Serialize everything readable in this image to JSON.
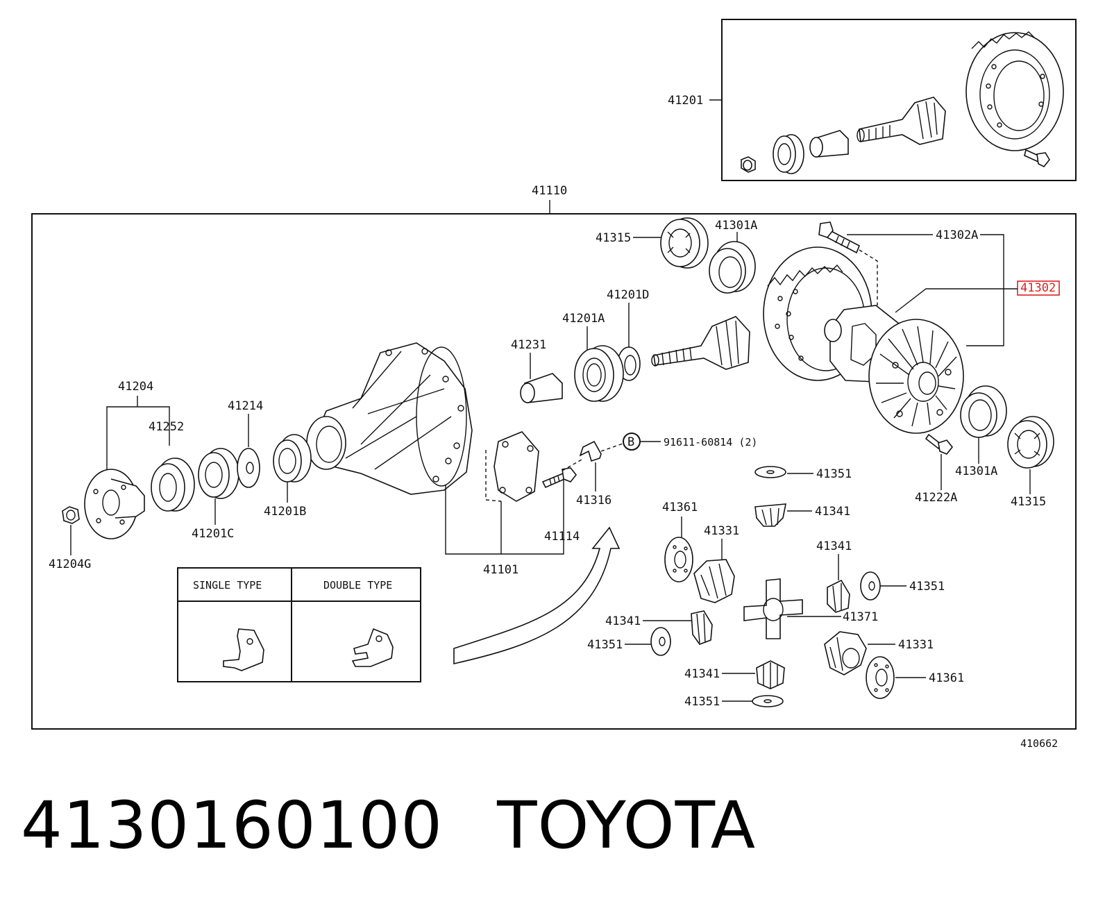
{
  "labels": {
    "l41201": "41201",
    "l41110": "41110",
    "l41315a": "41315",
    "l41301a_top": "41301A",
    "l41302a": "41302A",
    "l41302": "41302",
    "l41201d": "41201D",
    "l41201a": "41201A",
    "l41231": "41231",
    "l41204": "41204",
    "l41214": "41214",
    "l41252": "41252",
    "l41201b": "41201B",
    "l41201c": "41201C",
    "l41204g": "41204G",
    "l91611": "91611-60814 (2)",
    "lB": "B",
    "l41316": "41316",
    "l41114": "41114",
    "l41101": "41101",
    "l41351a": "41351",
    "l41341a": "41341",
    "l41222a": "41222A",
    "l41301a_bot": "41301A",
    "l41315b": "41315",
    "l41361a": "41361",
    "l41331a": "41331",
    "l41341b": "41341",
    "l41351b": "41351",
    "l41371": "41371",
    "l41341c": "41341",
    "l41351c": "41351",
    "l41331b": "41331",
    "l41341d": "41341",
    "l41361b": "41361",
    "l41351d": "41351",
    "l410662": "410662"
  },
  "type_table": {
    "single": "SINGLE TYPE",
    "double": "DOUBLE TYPE"
  },
  "footer": {
    "part_number": "4130160100",
    "brand": "TOYOTA"
  },
  "highlight_color": "#e02020"
}
